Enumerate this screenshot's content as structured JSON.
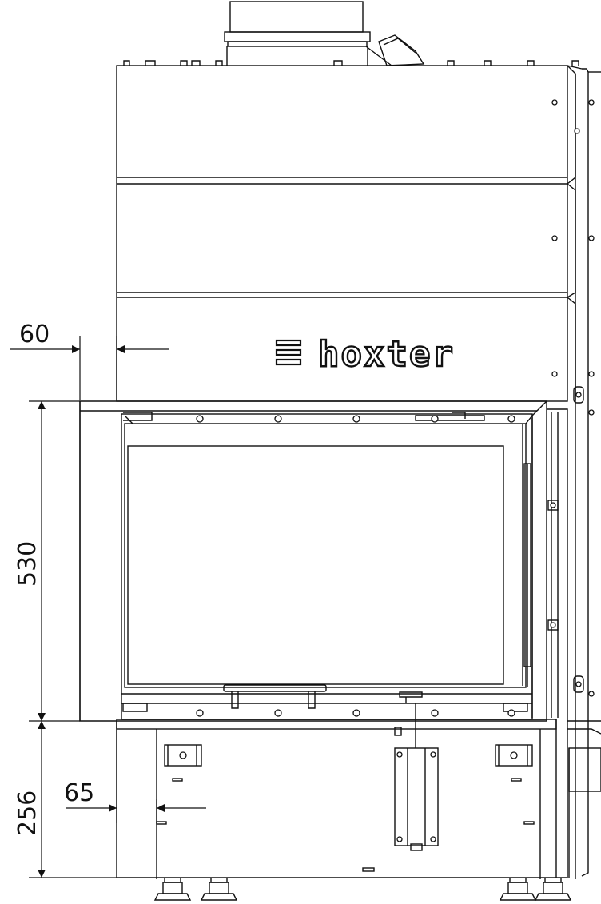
{
  "drawing": {
    "brand": "hoxter",
    "dimensions": {
      "top_offset": "60",
      "opening_height": "530",
      "base_height": "256",
      "base_offset": "65"
    }
  }
}
